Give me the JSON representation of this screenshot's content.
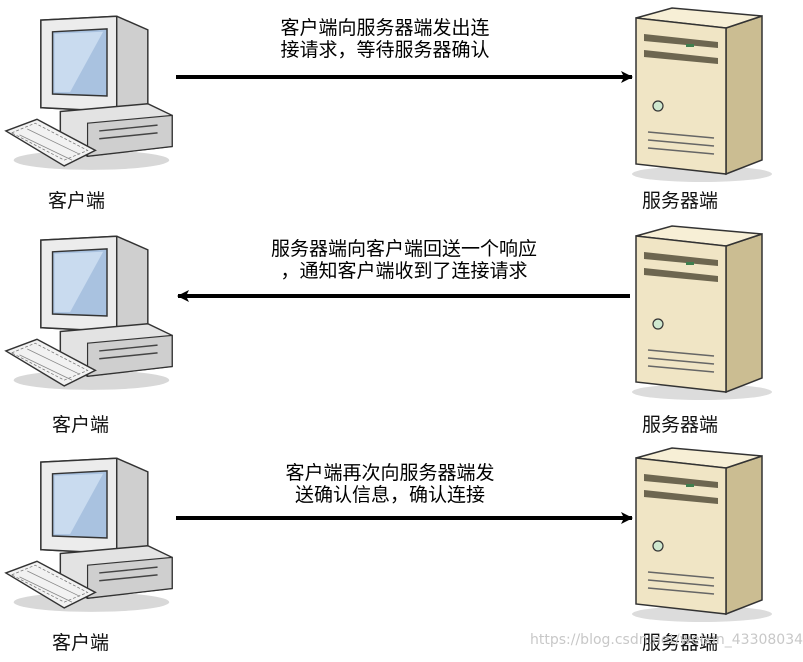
{
  "steps": [
    {
      "message_line1": "客户端向服务器端发出连",
      "message_line2": "接请求，等待服务器确认",
      "client_label": "客户端",
      "server_label": "服务器端",
      "direction": "client-to-server"
    },
    {
      "message_line1": "服务器端向客户端回送一个响应",
      "message_line2": "，通知客户端收到了连接请求",
      "client_label": "客户端",
      "server_label": "服务器端",
      "direction": "server-to-client"
    },
    {
      "message_line1": "客户端再次向服务器端发",
      "message_line2": "送确认信息，确认连接",
      "client_label": "客户端",
      "server_label": "服务器端",
      "direction": "client-to-server"
    }
  ],
  "watermark": "https://blog.csdn.net/weixin_43308034",
  "colors": {
    "arrow": "#000000",
    "monitor_body": "#e9e9e9",
    "screen": "#9fb8d8",
    "server_body": "#f1e6c6",
    "server_side": "#cdbf95"
  },
  "icons": {
    "client": "desktop-computer-icon",
    "server": "server-tower-icon"
  }
}
